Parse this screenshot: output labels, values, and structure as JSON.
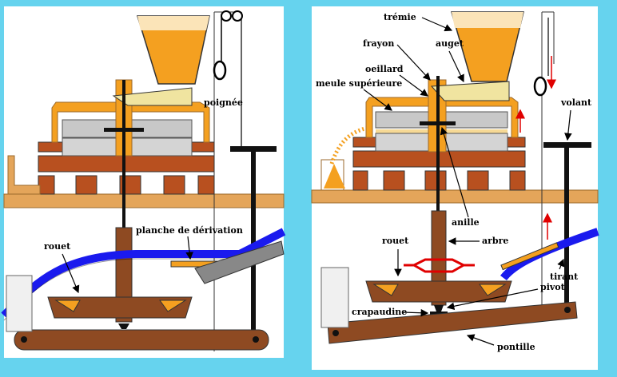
{
  "colors": {
    "background": "#66d3ee",
    "panel": "#ffffff",
    "floor": "#e4a55a",
    "brick": "#b8501f",
    "grain": "#f4a020",
    "stone": "#c8c8c8",
    "wood": "#f0e4a0",
    "water": "#1a1aee",
    "beam": "#8e4a22",
    "arrow_red": "#e00000"
  },
  "left_panel": {
    "labels": {
      "poignee": "poignée",
      "planche": "planche de dérivation",
      "rouet": "rouet"
    }
  },
  "right_panel": {
    "labels": {
      "tremie": "trémie",
      "frayon": "frayon",
      "auget": "auget",
      "oeillard": "oeillard",
      "meule": "meule supérieure",
      "volant": "volant",
      "anille": "anille",
      "rouet": "rouet",
      "arbre": "arbre",
      "tirant": "tirant",
      "pivot": "pivot",
      "crapaudine": "crapaudine",
      "pontille": "pontille"
    }
  }
}
